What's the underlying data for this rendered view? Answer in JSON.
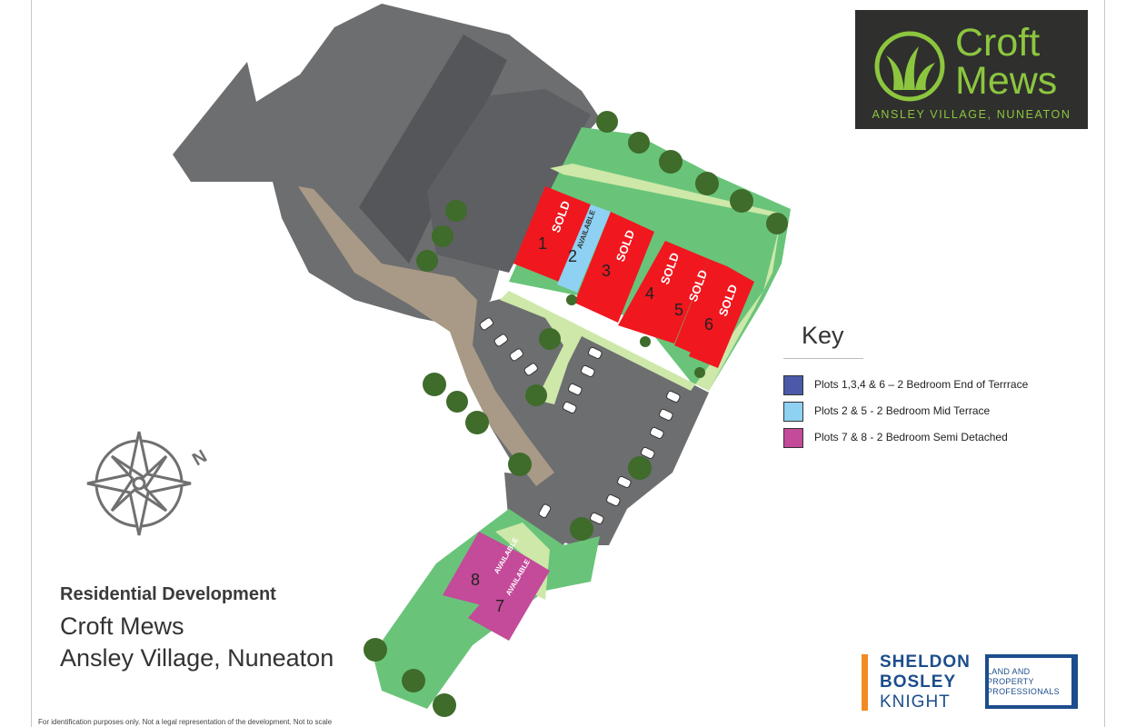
{
  "logo": {
    "line1": "Croft",
    "line2": "Mews",
    "tagline": "ANSLEY VILLAGE, NUNEATON"
  },
  "key": {
    "title": "Key",
    "items": [
      {
        "label": "Plots 1,3,4 & 6 – 2 Bedroom End of Terrrace",
        "color": "#4a5aa8"
      },
      {
        "label": "Plots 2 & 5 - 2 Bedroom Mid Terrace",
        "color": "#8ed1f2"
      },
      {
        "label": "Plots 7 & 8 - 2 Bedroom Semi Detached",
        "color": "#c44a9a"
      }
    ]
  },
  "development": {
    "heading": "Residential Development",
    "name": "Croft Mews",
    "location": "Ansley Village, Nuneaton"
  },
  "plots": [
    {
      "number": "1",
      "status": "SOLD"
    },
    {
      "number": "2",
      "status": "AVAILABLE"
    },
    {
      "number": "3",
      "status": "SOLD"
    },
    {
      "number": "4",
      "status": "SOLD"
    },
    {
      "number": "5",
      "status": "SOLD"
    },
    {
      "number": "6",
      "status": "SOLD"
    },
    {
      "number": "7",
      "status": "AVAILABLE"
    },
    {
      "number": "8",
      "status": "AVAILABLE"
    }
  ],
  "colors": {
    "sold": "#f0171f",
    "available_mid": "#8ed1f2",
    "available_semi": "#c44a9a",
    "garden": "#69c47a",
    "path": "#cde8a8",
    "road": "#6d6e70",
    "drive": "#a89a86",
    "tree": "#3f6b2b"
  },
  "compass": {
    "direction": "N"
  },
  "developer": {
    "name1": "SHELDON",
    "name2": "BOSLEY",
    "name3": "KNIGHT",
    "tag1": "LAND AND",
    "tag2": "PROPERTY",
    "tag3": "PROFESSIONALS"
  },
  "disclaimer": "For identification purposes only. Not a legal representation of the development. Not to scale"
}
